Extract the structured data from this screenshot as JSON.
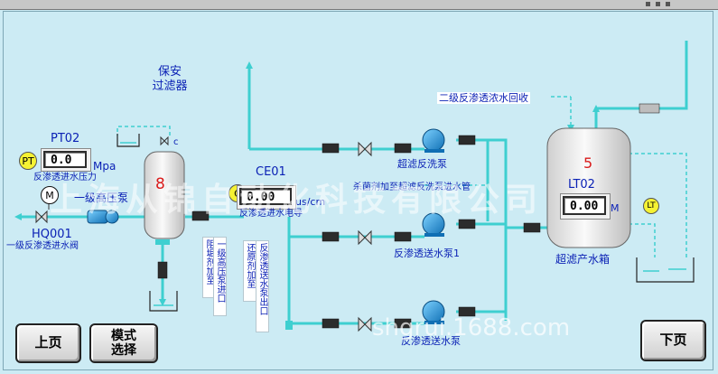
{
  "panel": {
    "filter_label": "保安\n过滤器",
    "pressure_tag": "PT02",
    "pressure_value": "0.0",
    "pressure_unit": "Mpa",
    "pressure_caption": "反渗透进水压力",
    "pressure_badge": "PT",
    "motor_badge": "M",
    "pump_label": "一级高压泵",
    "valve_tag": "HQ001",
    "valve_caption": "一级反渗透进水阀",
    "filter_number": "8",
    "filter_marker": "c",
    "conductivity_tag": "CE01",
    "conductivity_badge": "C",
    "conductivity_value": "0.00",
    "conductivity_unit": "us/cm",
    "conductivity_caption": "反渗透进水电导",
    "backwash_pump": "超滤反洗泵",
    "chemical_caption": "杀菌剂加至超滤反洗泵进水管",
    "ro_pump_1": "反渗透送水泵1",
    "ro_pump_2": "反渗透送水泵",
    "secondary_ro_recycle": "二级反渗透浓水回收",
    "tank_number": "5",
    "level_tag": "LT02",
    "level_value": "0.00",
    "level_unit": "M",
    "level_badge": "LT",
    "tank_label": "超滤产水箱",
    "vertical_notes": [
      "阻垢剂加至",
      "一级高压泵进口",
      "还原剂加至",
      "反渗透送水泵出口"
    ]
  },
  "buttons": {
    "prev": "上页",
    "mode": "模式\n选择",
    "next": "下页"
  },
  "watermark": {
    "company": "上海从锦自动化科技有限公司",
    "site": "shgrui.1688.com"
  },
  "colors": {
    "background": "#ccebf4",
    "pipe": "#3ecfd0",
    "text": "#0b21b5",
    "tank": "#d8d8d8",
    "pump": "#1d8fd3"
  }
}
